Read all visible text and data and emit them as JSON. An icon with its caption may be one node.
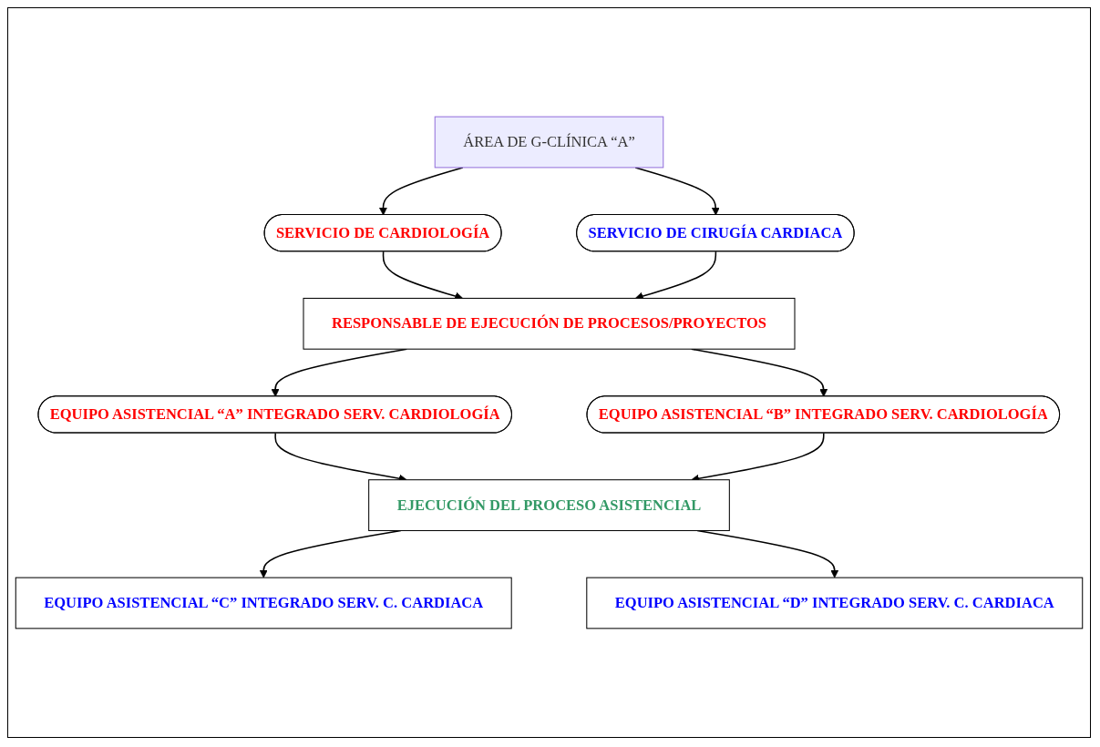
{
  "diagram": {
    "nodes": [
      {
        "text": [
          "ÁREA DE G-CLÍNICA “A”"
        ]
      },
      {
        "text": [
          "SERVICIO DE CARDIOLOGÍA"
        ]
      },
      {
        "text": [
          "SERVICIO DE CIRUGÍA CARDIACA"
        ]
      },
      {
        "text": [
          "RESPONSABLE DE EJECUCIÓN DE PROCESOS/PROYECTOS"
        ]
      },
      {
        "text": [
          "EQUIPO ASISTENCIAL “A” INTEGRADO SERV. CARDIOLOGÍA"
        ]
      },
      {
        "text": [
          "EQUIPO ASISTENCIAL “B” INTEGRADO SERV. CARDIOLOGÍA"
        ]
      },
      {
        "text": [
          "EJECUCIÓN DEL PROCESO ASISTENCIAL"
        ]
      },
      {
        "text": [
          "EQUIPO ASISTENCIAL “C” INTEGRADO SERV. C. CARDIACA"
        ]
      },
      {
        "text": [
          "EQUIPO ASISTENCIAL “D” INTEGRADO SERV. C. CARDIACA"
        ]
      }
    ],
    "edges": [
      {
        "from": 0,
        "to": 1,
        "arrow": "to"
      },
      {
        "from": 0,
        "to": 2,
        "arrow": "to"
      },
      {
        "from": 1,
        "to": 3,
        "arrow": "to"
      },
      {
        "from": 2,
        "to": 3,
        "arrow": "to"
      },
      {
        "from": 3,
        "to": 4,
        "arrow": "to"
      },
      {
        "from": 3,
        "to": 5,
        "arrow": "to"
      },
      {
        "from": 4,
        "to": 6,
        "arrow": "to"
      },
      {
        "from": 5,
        "to": 6,
        "arrow": "to"
      },
      {
        "from": 6,
        "to": 7,
        "arrow": "to"
      },
      {
        "from": 6,
        "to": 8,
        "arrow": "to"
      }
    ]
  }
}
